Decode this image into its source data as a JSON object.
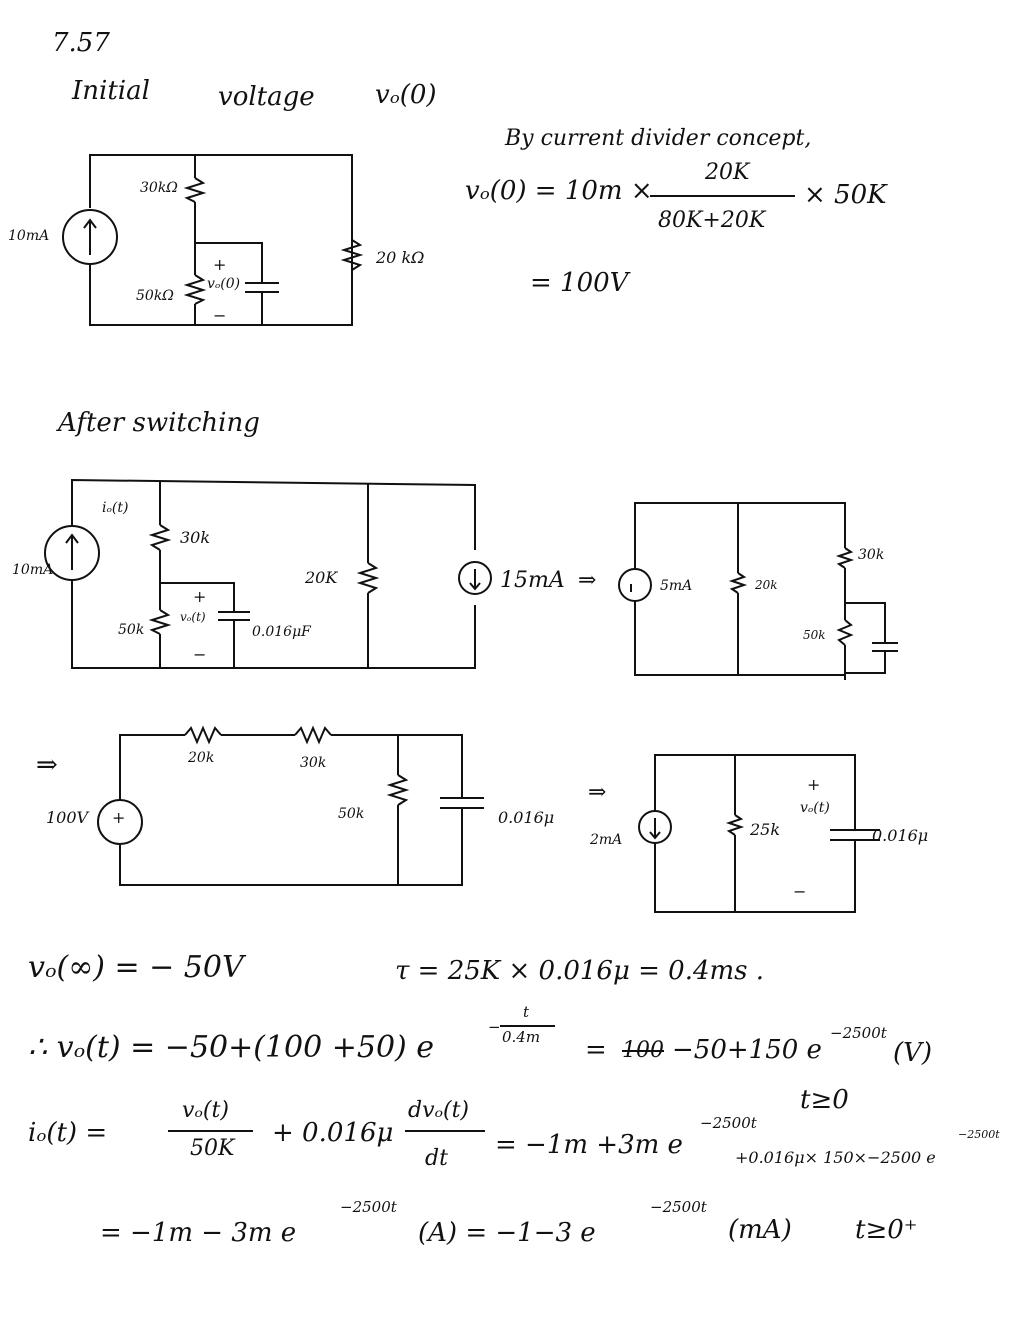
{
  "header": {
    "problem_number": "7.57"
  },
  "section_initial": {
    "title_word1": "Initial",
    "title_word2": "voltage",
    "title_expr": "vₒ(0)",
    "circuit": {
      "source_label": "10mA",
      "r1_label": "30kΩ",
      "r2_label": "50kΩ",
      "r3_label": "20 kΩ",
      "cap_plus": "+",
      "cap_minus": "−",
      "cap_voltage": "vₒ(0)"
    },
    "derivation": {
      "intro": "By current divider concept,",
      "lhs": "vₒ(0) = 10m ×",
      "numerator": "20K",
      "denominator": "80K+20K",
      "rhs": "× 50K",
      "result": "= 100V"
    }
  },
  "section_after": {
    "title": "After switching",
    "circuit_a": {
      "current_label": "iₒ(t)",
      "source_label": "10mA",
      "r1_label": "30k",
      "r2_label": "50k",
      "r3_label": "20K",
      "cap_plus": "+",
      "cap_minus": "−",
      "cap_voltage": "vₒ(t)",
      "cap_value": "0.016μF",
      "source2_label": "15mA",
      "arrow": "⇒"
    },
    "circuit_b": {
      "source_label": "5mA",
      "r1_label": "20k",
      "r2_label": "30k",
      "r3_label": "50k"
    },
    "circuit_c": {
      "arrow": "⇒",
      "source_label": "100V",
      "source_sign": "+",
      "r1_label": "20k",
      "r2_label": "30k",
      "r3_label": "50k",
      "cap_value": "0.016μ"
    },
    "circuit_d": {
      "arrow": "⇒",
      "source_label": "2mA",
      "r_label": "25k",
      "cap_plus": "+",
      "cap_minus": "−",
      "cap_voltage": "vₒ(t)",
      "cap_value": "0.016μ"
    }
  },
  "equations": {
    "v_inf": "vₒ(∞) = − 50V",
    "tau": "τ = 25K × 0.016μ = 0.4ms .",
    "vt_lhs": "∴ vₒ(t) = −50+(100 +50) e",
    "vt_exp_num": "t",
    "vt_exp_den": "0.4m",
    "vt_exp_sign": "−",
    "vt_mid": "=",
    "vt_struck": "100",
    "vt_rhs": "−50+150 e",
    "vt_rhs_exp": "−2500t",
    "vt_unit": "(V)",
    "vt_cond": "t≥0",
    "io_lhs": "iₒ(t) =",
    "io_frac1_num": "vₒ(t)",
    "io_frac1_den": "50K",
    "io_plus": "+ 0.016μ",
    "io_frac2_num": "dvₒ(t)",
    "io_frac2_den": "dt",
    "io_eq1": "= −1m +3m e",
    "io_eq1_exp": "−2500t",
    "io_side": "+0.016μ× 150×−2500 e",
    "io_side_exp": "−2500t",
    "io_final": "= −1m − 3m e",
    "io_final_exp": "−2500t",
    "io_final_mid": "(A) = −1−3 e",
    "io_final_exp2": "−2500t",
    "io_final_unit": "(mA)",
    "io_final_cond": "t≥0⁺"
  }
}
